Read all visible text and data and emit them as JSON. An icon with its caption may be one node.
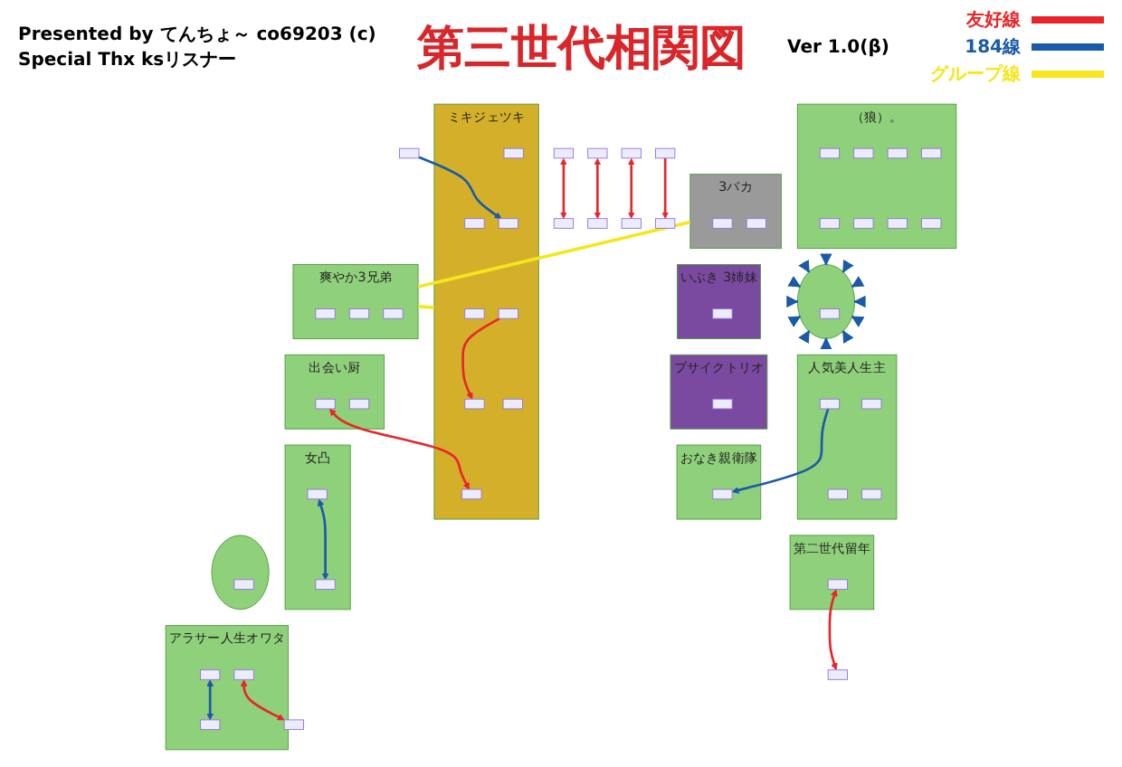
{
  "diagram": {
    "title": "第三世代相関図",
    "nodes": [
      {
        "text": [
          "3バカ"
        ]
      },
      {
        "text": [],
        "shape": "box",
        "in": 0
      },
      {
        "text": [],
        "shape": "box",
        "in": 0
      },
      {
        "text": [
          "爽やか3兄弟"
        ]
      },
      {
        "text": [],
        "shape": "box",
        "in": 3
      },
      {
        "text": [],
        "shape": "box",
        "in": 3
      },
      {
        "text": [],
        "shape": "box",
        "in": 3
      },
      {
        "text": [
          "（狼）。"
        ]
      },
      {
        "text": [],
        "shape": "box",
        "in": 7
      },
      {
        "text": [],
        "shape": "box",
        "in": 7
      },
      {
        "text": [],
        "shape": "box",
        "in": 7
      },
      {
        "text": [],
        "shape": "box",
        "in": 7
      },
      {
        "text": [],
        "shape": "box",
        "in": 7
      },
      {
        "text": [],
        "shape": "box",
        "in": 7
      },
      {
        "text": [],
        "shape": "box",
        "in": 7
      },
      {
        "text": [],
        "shape": "box",
        "in": 7
      },
      {
        "text": [
          "出会い厨"
        ]
      },
      {
        "text": [],
        "shape": "box",
        "in": 16
      },
      {
        "text": [],
        "shape": "box",
        "in": 16
      },
      {
        "text": [
          "ブサイクトリオ"
        ]
      },
      {
        "text": [],
        "shape": "box",
        "in": 19
      },
      {
        "text": [
          "おなき親衛隊"
        ]
      },
      {
        "text": [],
        "shape": "box",
        "in": 21
      },
      {
        "text": [],
        "shape": "circle"
      },
      {
        "text": [],
        "shape": "box",
        "in": 23
      },
      {
        "text": [
          "ミキジェツキ"
        ]
      },
      {
        "text": [],
        "shape": "box",
        "in": 25
      },
      {
        "text": [],
        "shape": "box",
        "in": 25
      },
      {
        "text": [],
        "shape": "box",
        "in": 25
      },
      {
        "text": [],
        "shape": "box",
        "in": 25
      },
      {
        "text": [],
        "shape": "box",
        "in": 25
      },
      {
        "text": [],
        "shape": "box",
        "in": 25
      },
      {
        "text": [],
        "shape": "box",
        "in": 25
      },
      {
        "text": [],
        "shape": "box",
        "in": 25
      },
      {
        "text": [
          "女凸"
        ]
      },
      {
        "text": [],
        "shape": "box",
        "in": 34
      },
      {
        "text": [],
        "shape": "box",
        "in": 34
      },
      {
        "text": [
          "人気美人生主"
        ]
      },
      {
        "text": [],
        "shape": "box",
        "in": 37
      },
      {
        "text": [],
        "shape": "box",
        "in": 37
      },
      {
        "text": [],
        "shape": "box",
        "in": 37
      },
      {
        "text": [],
        "shape": "box",
        "in": 37
      },
      {
        "text": [],
        "shape": "circle"
      },
      {
        "text": [],
        "shape": "box",
        "in": 42
      },
      {
        "text": [
          "アラサー人生オワタ"
        ]
      },
      {
        "text": [],
        "shape": "box",
        "in": 44
      },
      {
        "text": [],
        "shape": "box",
        "in": 44
      },
      {
        "text": [],
        "shape": "box",
        "in": 44
      },
      {
        "text": [
          "第二世代留年"
        ]
      },
      {
        "text": [],
        "shape": "box",
        "in": 48
      },
      {
        "text": [
          "いぶき 3姉妹"
        ]
      },
      {
        "text": [],
        "shape": "box",
        "in": 50
      },
      {
        "text": [],
        "shape": "box"
      },
      {
        "text": [],
        "shape": "box"
      },
      {
        "text": [],
        "shape": "box"
      },
      {
        "text": [],
        "shape": "box"
      },
      {
        "text": [],
        "shape": "box"
      },
      {
        "text": [],
        "shape": "box"
      },
      {
        "text": [],
        "shape": "box"
      },
      {
        "text": [],
        "shape": "box"
      },
      {
        "text": [],
        "shape": "box"
      },
      {
        "text": [],
        "shape": "box"
      },
      {
        "text": [],
        "shape": "box"
      }
    ],
    "edges": [
      {
        "from": 0,
        "to": 3,
        "arrow": "none",
        "color": "#f5e61e"
      },
      {
        "from": 3,
        "to": 25,
        "arrow": "none",
        "color": "#f5e61e"
      },
      {
        "from": 17,
        "to": 26,
        "arrow": "both",
        "color": "#e8262a"
      },
      {
        "from": 38,
        "to": 22,
        "arrow": "to",
        "color": "#1a5aa8"
      },
      {
        "from": null,
        "to": 23,
        "arrow": "to",
        "color": "#1a5aa8"
      },
      {
        "from": null,
        "to": 23,
        "arrow": "to",
        "color": "#1a5aa8"
      },
      {
        "from": null,
        "to": 23,
        "arrow": "to",
        "color": "#1a5aa8"
      },
      {
        "from": null,
        "to": 23,
        "arrow": "to",
        "color": "#1a5aa8"
      },
      {
        "from": null,
        "to": 23,
        "arrow": "to",
        "color": "#1a5aa8"
      },
      {
        "from": null,
        "to": 23,
        "arrow": "to",
        "color": "#1a5aa8"
      },
      {
        "from": null,
        "to": 23,
        "arrow": "to",
        "color": "#1a5aa8"
      },
      {
        "from": null,
        "to": 23,
        "arrow": "to",
        "color": "#1a5aa8"
      },
      {
        "from": null,
        "to": 23,
        "arrow": "to",
        "color": "#1a5aa8"
      },
      {
        "from": null,
        "to": 23,
        "arrow": "to",
        "color": "#1a5aa8"
      },
      {
        "from": null,
        "to": 23,
        "arrow": "to",
        "color": "#1a5aa8"
      },
      {
        "from": null,
        "to": 23,
        "arrow": "to",
        "color": "#1a5aa8"
      },
      {
        "from": 49,
        "to": 52,
        "arrow": "both",
        "color": "#e8262a"
      },
      {
        "from": 46,
        "to": 47,
        "arrow": "both",
        "color": "#1a5aa8"
      },
      {
        "from": 45,
        "to": 53,
        "arrow": "both",
        "color": "#e8262a"
      },
      {
        "from": 54,
        "to": 55,
        "arrow": "both",
        "color": "#e8262a"
      },
      {
        "from": 56,
        "to": 57,
        "arrow": "both",
        "color": "#e8262a"
      },
      {
        "from": 58,
        "to": 59,
        "arrow": "both",
        "color": "#e8262a"
      },
      {
        "from": 60,
        "to": 61,
        "arrow": "to",
        "color": "#e8262a"
      },
      {
        "from": 62,
        "to": 29,
        "arrow": "to",
        "color": "#1a5aa8"
      },
      {
        "from": 35,
        "to": 36,
        "arrow": "both",
        "color": "#1a5aa8"
      },
      {
        "from": 31,
        "to": 32,
        "arrow": "to",
        "color": "#e8262a"
      }
    ],
    "labels": [
      "Presented by てんちょ～ co69203 (c)",
      "Special Thx ksリスナー",
      "Ver 1.0(β)"
    ],
    "legend": [
      {
        "text": "友好線",
        "color": "#e8262a"
      },
      {
        "text": "184線",
        "color": "#1a5aa8"
      },
      {
        "text": "グループ線",
        "color": "#f5e61e"
      }
    ]
  }
}
